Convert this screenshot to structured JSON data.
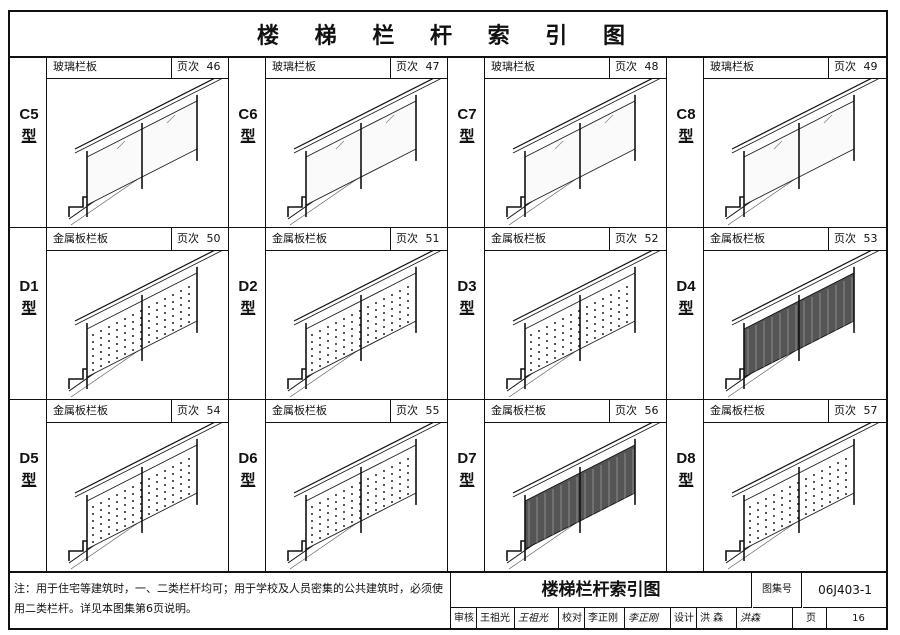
{
  "title": "楼 梯 栏 杆 索 引 图",
  "cells": [
    {
      "type": "C5",
      "suffix": "型",
      "name": "玻璃栏板",
      "page_label": "页次",
      "page": "46"
    },
    {
      "type": "C6",
      "suffix": "型",
      "name": "玻璃栏板",
      "page_label": "页次",
      "page": "47"
    },
    {
      "type": "C7",
      "suffix": "型",
      "name": "玻璃栏板",
      "page_label": "页次",
      "page": "48"
    },
    {
      "type": "C8",
      "suffix": "型",
      "name": "玻璃栏板",
      "page_label": "页次",
      "page": "49"
    },
    {
      "type": "D1",
      "suffix": "型",
      "name": "金属板栏板",
      "page_label": "页次",
      "page": "50"
    },
    {
      "type": "D2",
      "suffix": "型",
      "name": "金属板栏板",
      "page_label": "页次",
      "page": "51"
    },
    {
      "type": "D3",
      "suffix": "型",
      "name": "金属板栏板",
      "page_label": "页次",
      "page": "52"
    },
    {
      "type": "D4",
      "suffix": "型",
      "name": "金属板栏板",
      "page_label": "页次",
      "page": "53"
    },
    {
      "type": "D5",
      "suffix": "型",
      "name": "金属板栏板",
      "page_label": "页次",
      "page": "54"
    },
    {
      "type": "D6",
      "suffix": "型",
      "name": "金属板栏板",
      "page_label": "页次",
      "page": "55"
    },
    {
      "type": "D7",
      "suffix": "型",
      "name": "金属板栏板",
      "page_label": "页次",
      "page": "56"
    },
    {
      "type": "D8",
      "suffix": "型",
      "name": "金属板栏板",
      "page_label": "页次",
      "page": "57"
    }
  ],
  "note": "注：用于住宅等建筑时，一、二类栏杆均可；用于学校及人员密集的公共建筑时，必须使用二类栏杆。详见本图集第6页说明。",
  "title_block": {
    "drawing_title": "楼梯栏杆索引图",
    "set_label": "图集号",
    "set_number": "06J403-1",
    "review_label": "审核",
    "reviewer": "王祖光",
    "reviewer_sig": "王祖光",
    "check_label": "校对",
    "checker": "李正刚",
    "checker_sig": "李正刚",
    "design_label": "设计",
    "designer": "洪 森",
    "designer_sig": "洪森",
    "page_label": "页",
    "page_number": "16"
  }
}
